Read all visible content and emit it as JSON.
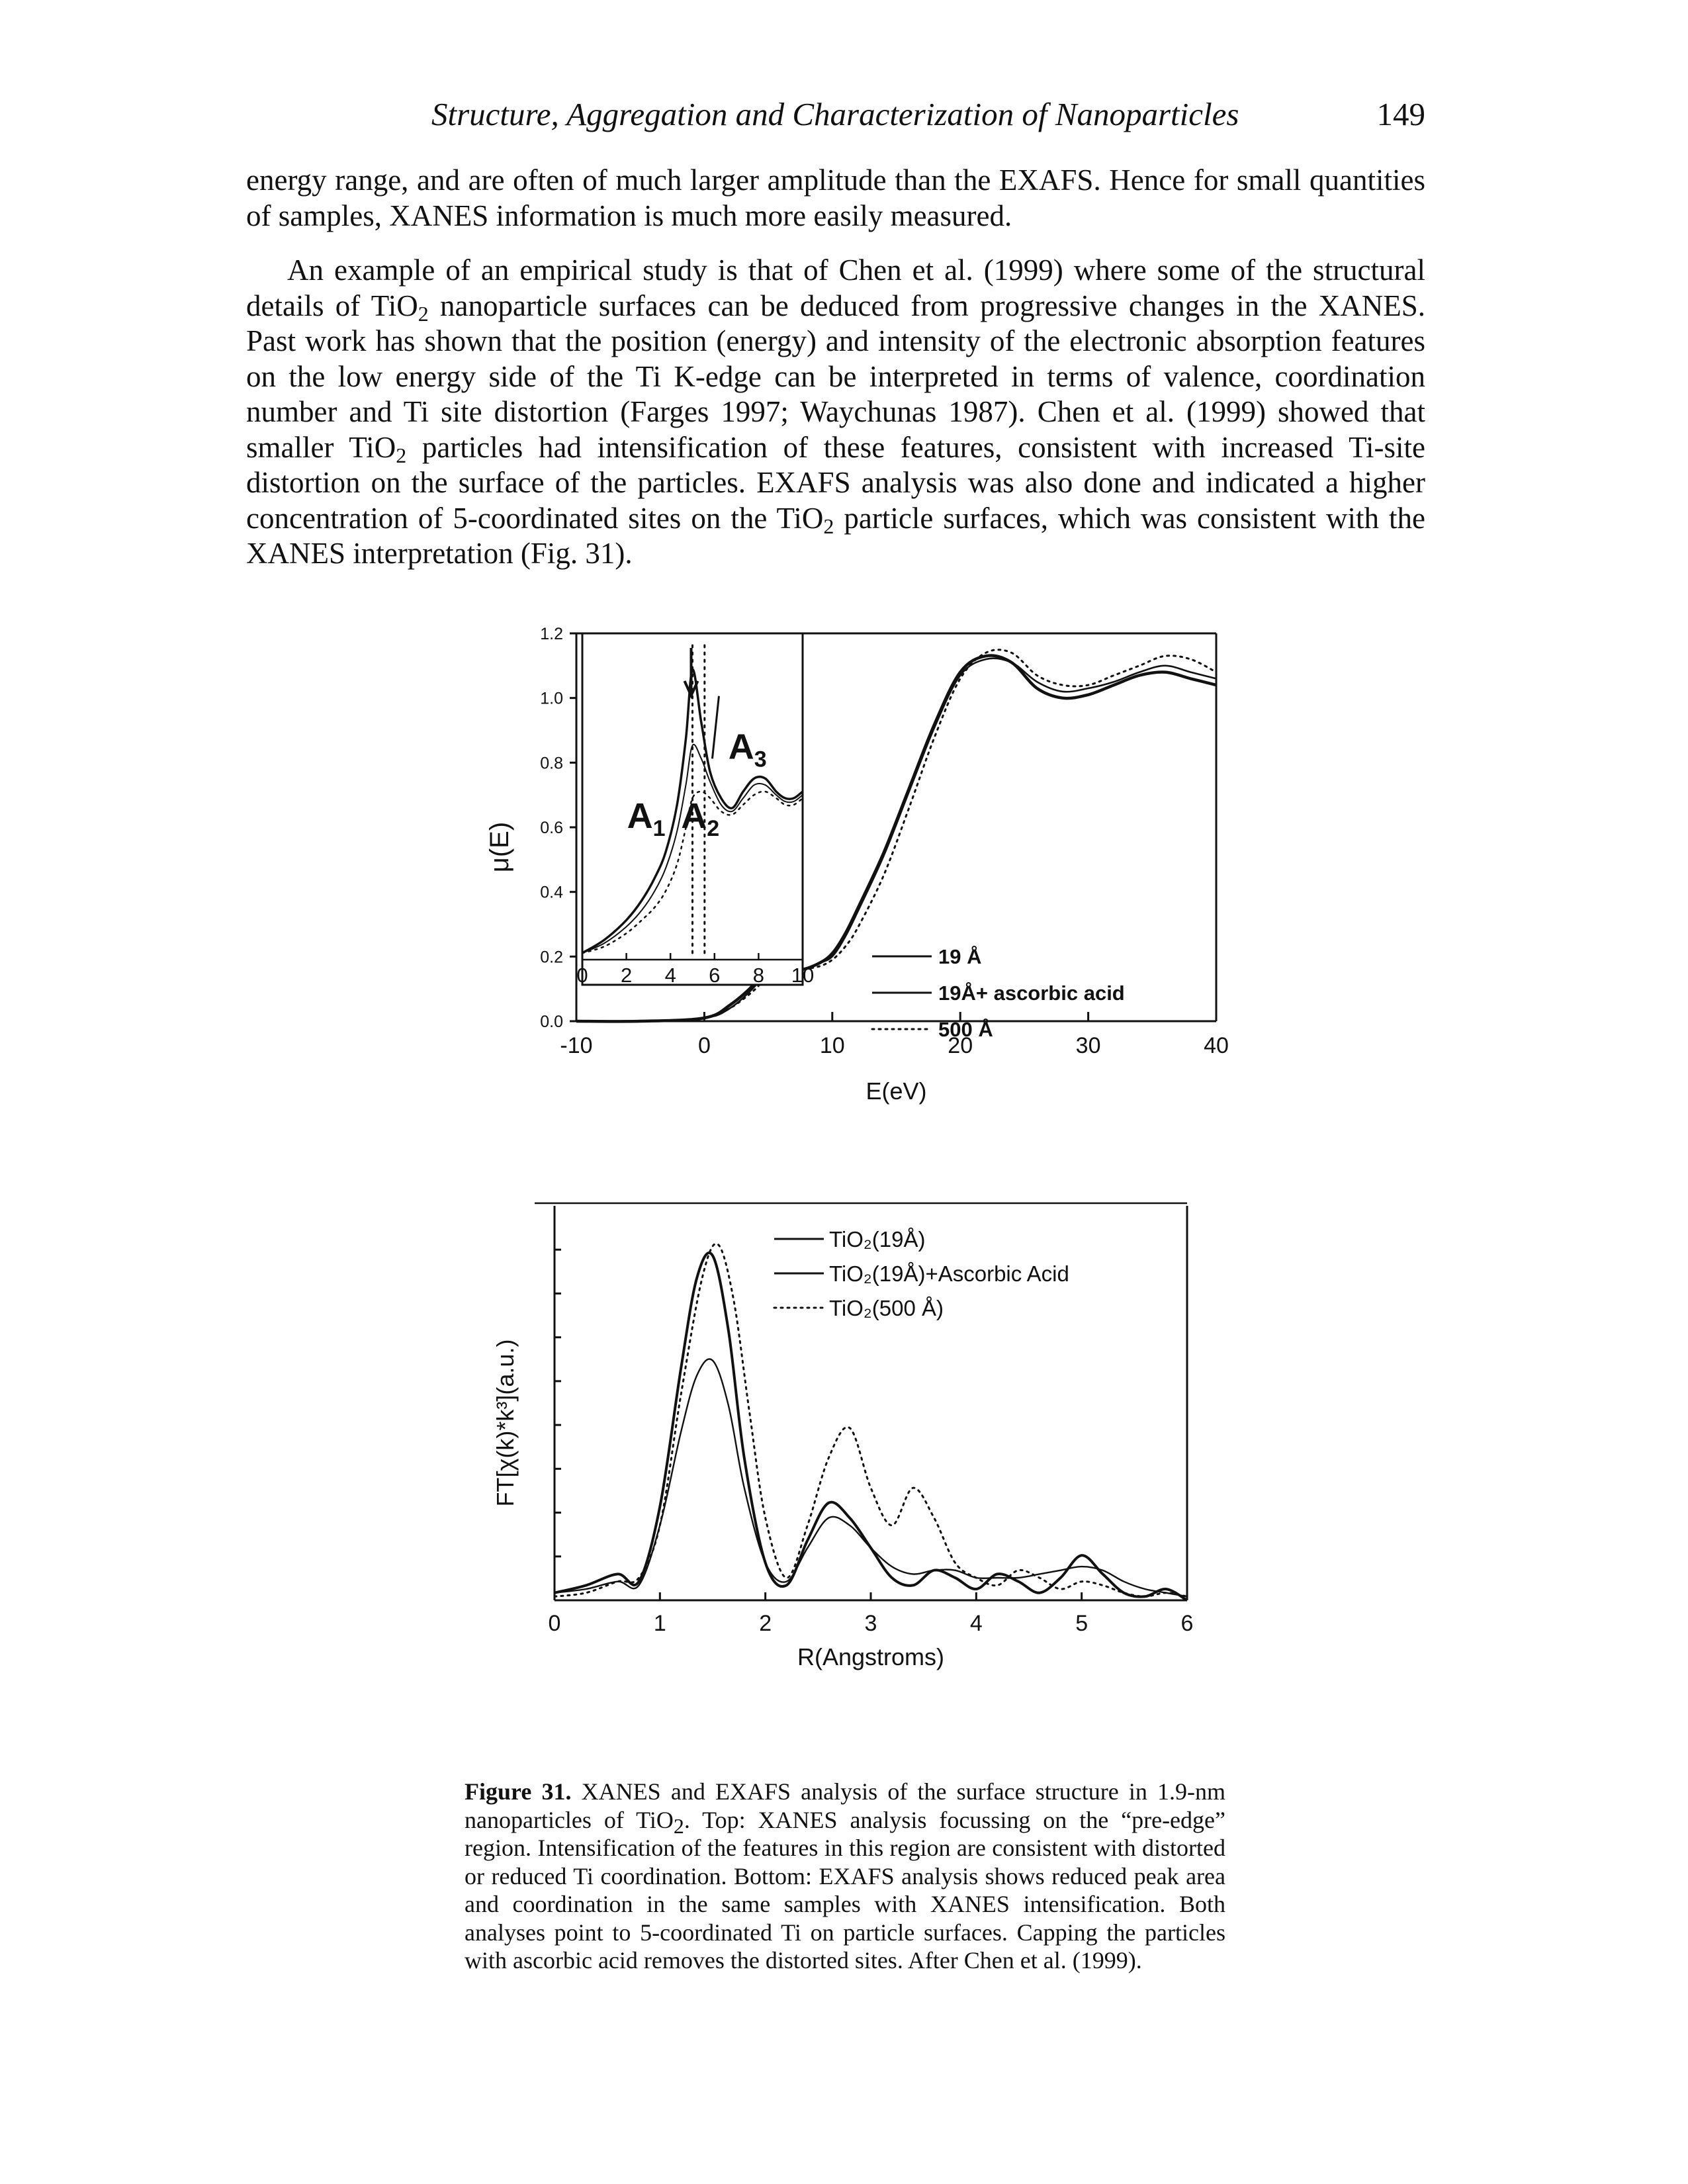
{
  "header": {
    "running_title": "Structure, Aggregation and Characterization of Nanoparticles",
    "page_number": "149"
  },
  "paragraphs": {
    "p1": "energy range, and are often of much larger amplitude than the EXAFS. Hence for small quantities of samples, XANES information is much more easily measured.",
    "p2_a": "An example of an empirical study is that of Chen et al. (1999) where some of the structural details of TiO",
    "p2_b": " nanoparticle surfaces can be deduced from progressive changes in the XANES. Past work has shown that the position (energy) and intensity of the electronic absorption features on the low energy side of the Ti K-edge can be interpreted in terms of valence, coordination number and Ti site distortion (Farges 1997; Waychunas 1987). Chen et al. (1999) showed that smaller TiO",
    "p2_c": " particles had intensification of these features, consistent with increased Ti-site distortion on the surface of the particles. EXAFS analysis was also done and indicated a higher concentration of 5-coordinated sites on the TiO",
    "p2_d": " particle surfaces, which was consistent with the XANES interpretation (Fig. 31).",
    "sub2": "2"
  },
  "chart_data": [
    {
      "type": "line",
      "panel": "top",
      "ylabel": "μ(E)",
      "xlabel": "E(eV)",
      "xlim": [
        -10,
        40
      ],
      "ylim": [
        0,
        1.2
      ],
      "yticks": [
        "0.0",
        "0.2",
        "0.4",
        "0.6",
        "0.8",
        "1.0",
        "1.2"
      ],
      "xticks": [
        "-10",
        "0",
        "10",
        "20",
        "30",
        "40"
      ],
      "legend_position": "lower-right",
      "series": [
        {
          "name": "19 Å",
          "style": "solid",
          "x": [
            -10,
            -5,
            0,
            2,
            4,
            5,
            5.8,
            6.5,
            7.5,
            9,
            10,
            11,
            12,
            14,
            16,
            18,
            20,
            22,
            24,
            26,
            28,
            30,
            32,
            34,
            36,
            38,
            40
          ],
          "y": [
            0.0,
            0.0,
            0.01,
            0.05,
            0.12,
            0.19,
            0.23,
            0.18,
            0.16,
            0.18,
            0.21,
            0.27,
            0.35,
            0.52,
            0.72,
            0.92,
            1.08,
            1.13,
            1.11,
            1.03,
            1.0,
            1.01,
            1.04,
            1.07,
            1.08,
            1.06,
            1.04
          ]
        },
        {
          "name": "19Å+ ascorbic acid",
          "style": "solid",
          "x": [
            -10,
            -5,
            0,
            2,
            4,
            5,
            5.8,
            6.5,
            7.5,
            9,
            10,
            11,
            12,
            14,
            16,
            18,
            20,
            22,
            24,
            26,
            28,
            30,
            32,
            34,
            36,
            38,
            40
          ],
          "y": [
            0.0,
            0.0,
            0.01,
            0.04,
            0.11,
            0.17,
            0.2,
            0.17,
            0.16,
            0.18,
            0.2,
            0.26,
            0.34,
            0.51,
            0.71,
            0.91,
            1.07,
            1.12,
            1.11,
            1.05,
            1.02,
            1.03,
            1.05,
            1.08,
            1.1,
            1.08,
            1.06
          ]
        },
        {
          "name": "500 Å",
          "style": "dotted",
          "x": [
            -10,
            -5,
            0,
            2,
            4,
            5,
            5.8,
            6.5,
            7.5,
            9,
            10,
            11,
            12,
            14,
            16,
            18,
            20,
            22,
            24,
            26,
            28,
            30,
            32,
            34,
            36,
            38,
            40
          ],
          "y": [
            0.0,
            0.0,
            0.01,
            0.04,
            0.1,
            0.15,
            0.18,
            0.16,
            0.16,
            0.17,
            0.19,
            0.23,
            0.29,
            0.45,
            0.66,
            0.88,
            1.06,
            1.14,
            1.14,
            1.07,
            1.04,
            1.04,
            1.07,
            1.1,
            1.13,
            1.12,
            1.08
          ]
        }
      ],
      "inset": {
        "xlim": [
          0,
          10
        ],
        "xticks": [
          "0",
          "2",
          "4",
          "6",
          "8",
          "10"
        ],
        "markers": [
          "A1",
          "A2",
          "A3"
        ],
        "series": [
          {
            "name": "19 Å",
            "style": "solid",
            "x": [
              0,
              1,
              2,
              2.7,
              3.3,
              3.8,
              4.3,
              4.7,
              5.0,
              5.4,
              5.8,
              6.3,
              6.8,
              7.3,
              7.8,
              8.3,
              8.8,
              9.2,
              9.6,
              10
            ],
            "y": [
              0.17,
              0.21,
              0.27,
              0.33,
              0.4,
              0.48,
              0.62,
              0.82,
              1.03,
              0.87,
              0.72,
              0.64,
              0.61,
              0.66,
              0.7,
              0.7,
              0.66,
              0.64,
              0.64,
              0.66
            ]
          },
          {
            "name": "19Å+ ascorbic acid",
            "style": "solid",
            "x": [
              0,
              1,
              2,
              2.7,
              3.3,
              3.8,
              4.3,
              4.7,
              5.0,
              5.4,
              5.8,
              6.3,
              6.8,
              7.3,
              7.8,
              8.3,
              8.8,
              9.2,
              9.6,
              10
            ],
            "y": [
              0.17,
              0.2,
              0.25,
              0.3,
              0.36,
              0.43,
              0.54,
              0.68,
              0.8,
              0.76,
              0.69,
              0.62,
              0.6,
              0.64,
              0.68,
              0.68,
              0.65,
              0.63,
              0.63,
              0.65
            ]
          },
          {
            "name": "500 Å",
            "style": "dotted",
            "x": [
              0,
              1,
              2,
              2.7,
              3.3,
              3.8,
              4.3,
              4.7,
              5.0,
              5.4,
              5.8,
              6.3,
              6.8,
              7.3,
              7.8,
              8.3,
              8.8,
              9.2,
              9.6,
              10
            ],
            "y": [
              0.17,
              0.19,
              0.23,
              0.27,
              0.31,
              0.36,
              0.44,
              0.55,
              0.64,
              0.66,
              0.64,
              0.6,
              0.59,
              0.62,
              0.65,
              0.66,
              0.64,
              0.62,
              0.62,
              0.64
            ]
          }
        ]
      }
    },
    {
      "type": "line",
      "panel": "bottom",
      "ylabel": "FT[χ(k)*k³](a.u.)",
      "xlabel": "R(Angstroms)",
      "xlim": [
        0,
        6
      ],
      "ylim": [
        0,
        1
      ],
      "xticks": [
        "0",
        "1",
        "2",
        "3",
        "4",
        "5",
        "6"
      ],
      "legend_position": "top-right",
      "series": [
        {
          "name": "TiO₂(19Å)",
          "style": "solid",
          "x": [
            0,
            0.3,
            0.6,
            0.8,
            1.0,
            1.2,
            1.35,
            1.5,
            1.65,
            1.8,
            2.0,
            2.2,
            2.4,
            2.6,
            2.8,
            3.0,
            3.2,
            3.4,
            3.6,
            3.8,
            4.0,
            4.2,
            4.4,
            4.6,
            4.8,
            5.0,
            5.2,
            5.4,
            5.6,
            5.8,
            6.0
          ],
          "y": [
            0.02,
            0.04,
            0.07,
            0.05,
            0.25,
            0.62,
            0.86,
            0.92,
            0.72,
            0.38,
            0.1,
            0.04,
            0.16,
            0.26,
            0.22,
            0.14,
            0.06,
            0.04,
            0.08,
            0.06,
            0.03,
            0.07,
            0.05,
            0.02,
            0.06,
            0.12,
            0.07,
            0.02,
            0.01,
            0.03,
            0.0
          ]
        },
        {
          "name": "TiO₂(19Å)+Ascorbic Acid",
          "style": "solid",
          "x": [
            0,
            0.3,
            0.6,
            0.8,
            1.0,
            1.2,
            1.35,
            1.5,
            1.65,
            1.8,
            2.0,
            2.2,
            2.4,
            2.6,
            2.8,
            3.0,
            3.2,
            3.4,
            3.6,
            3.8,
            4.0,
            4.2,
            4.4,
            4.6,
            4.8,
            5.0,
            5.2,
            5.4,
            5.6,
            5.8,
            6.0
          ],
          "y": [
            0.02,
            0.03,
            0.05,
            0.04,
            0.2,
            0.45,
            0.6,
            0.64,
            0.52,
            0.3,
            0.1,
            0.05,
            0.14,
            0.22,
            0.2,
            0.14,
            0.09,
            0.07,
            0.08,
            0.08,
            0.06,
            0.06,
            0.06,
            0.07,
            0.08,
            0.09,
            0.08,
            0.05,
            0.03,
            0.02,
            0.01
          ]
        },
        {
          "name": "TiO₂(500 Å)",
          "style": "dotted",
          "x": [
            0,
            0.3,
            0.6,
            0.8,
            1.0,
            1.2,
            1.4,
            1.55,
            1.7,
            1.85,
            2.0,
            2.2,
            2.4,
            2.6,
            2.8,
            3.0,
            3.2,
            3.4,
            3.6,
            3.8,
            4.0,
            4.2,
            4.4,
            4.6,
            4.8,
            5.0,
            5.2,
            5.4,
            5.6,
            5.8,
            6.0
          ],
          "y": [
            0.01,
            0.02,
            0.05,
            0.06,
            0.2,
            0.55,
            0.86,
            0.95,
            0.8,
            0.5,
            0.22,
            0.06,
            0.2,
            0.38,
            0.46,
            0.3,
            0.2,
            0.3,
            0.22,
            0.1,
            0.06,
            0.04,
            0.08,
            0.06,
            0.03,
            0.05,
            0.04,
            0.02,
            0.01,
            0.02,
            0.01
          ]
        }
      ]
    }
  ],
  "caption": {
    "label": "Figure 31.",
    "text_a": " XANES and EXAFS analysis of the surface structure in 1.9-nm nanoparticles of TiO",
    "text_b": ". Top: XANES analysis focussing on the “pre-edge” region. Intensification of the features in this region are consistent with distorted or reduced Ti coordination. Bottom: EXAFS analysis shows reduced peak area and coordination in the same samples with XANES intensification. Both analyses point to 5-coordinated Ti on particle surfaces. Capping the particles with ascorbic acid removes the distorted sites. After Chen et al. (1999)."
  },
  "colors": {
    "ink": "#111111",
    "paper": "#ffffff"
  }
}
